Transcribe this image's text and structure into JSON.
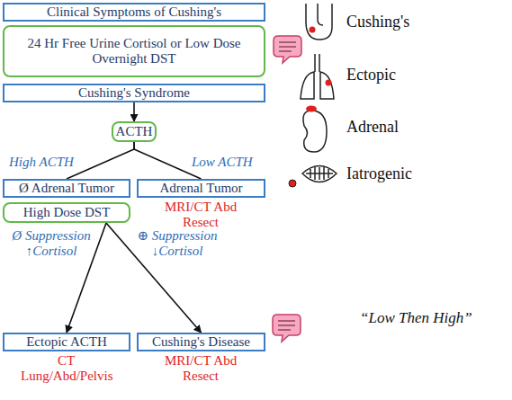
{
  "diagram": {
    "nodes": [
      {
        "text": [
          "Clinical Symptoms of Cushing's"
        ]
      },
      {
        "text": [
          "24 Hr Free Urine Cortisol or Low Dose Overnight DST"
        ]
      },
      {
        "text": [
          "Cushing's Syndrome"
        ]
      },
      {
        "text": [
          "ACTH"
        ]
      },
      {
        "text": [
          "Ø Adrenal Tumor"
        ]
      },
      {
        "text": [
          "Adrenal Tumor"
        ]
      },
      {
        "text": [
          "High Dose DST"
        ]
      },
      {
        "text": [
          "Ectopic ACTH"
        ]
      },
      {
        "text": [
          "Cushing's Disease"
        ]
      }
    ],
    "edges": [
      {
        "from": 2,
        "to": 3,
        "arrow": "to"
      },
      {
        "from": 3,
        "to": 4,
        "label": "High ACTH",
        "arrow": "none"
      },
      {
        "from": 3,
        "to": 5,
        "label": "Low ACTH",
        "arrow": "none"
      },
      {
        "from": 6,
        "to": 7,
        "label": "Ø Suppression ↑Cortisol",
        "arrow": "to"
      },
      {
        "from": 6,
        "to": 8,
        "label": "⊕ Suppression ↓Cortisol",
        "arrow": "to"
      }
    ],
    "labels": [
      "MRI/CT Abd",
      "Resect",
      "CT",
      "Lung/Abd/Pelvis",
      "MRI/CT Abd",
      "Resect",
      "Cushing's",
      "Ectopic",
      "Adrenal",
      "Iatrogenic",
      "“Low Then High”"
    ]
  }
}
